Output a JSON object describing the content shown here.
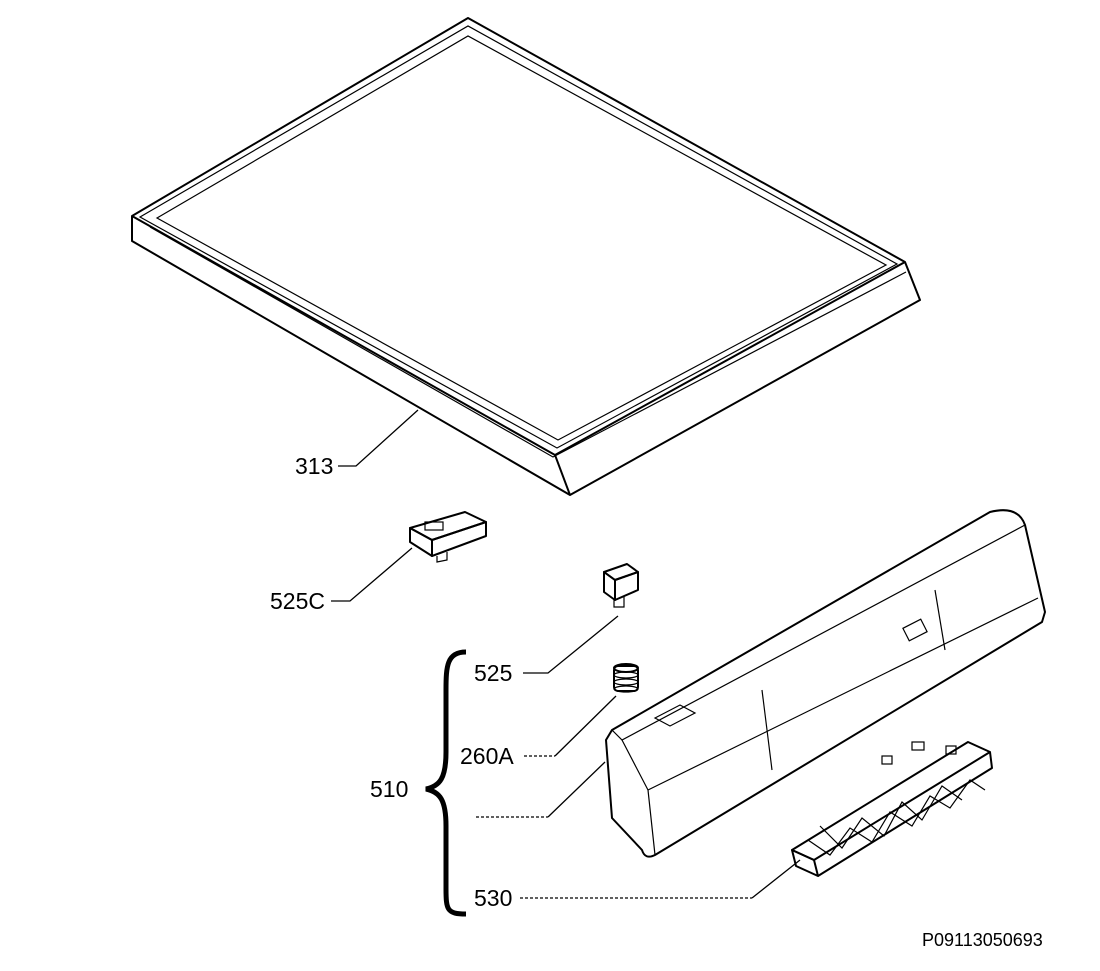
{
  "parts": [
    {
      "id": "313",
      "label": "313"
    },
    {
      "id": "525C",
      "label": "525C"
    },
    {
      "id": "525",
      "label": "525"
    },
    {
      "id": "260A",
      "label": "260A"
    },
    {
      "id": "510",
      "label": "510"
    },
    {
      "id": "530",
      "label": "530"
    }
  ],
  "reference_code": "P09113050693"
}
